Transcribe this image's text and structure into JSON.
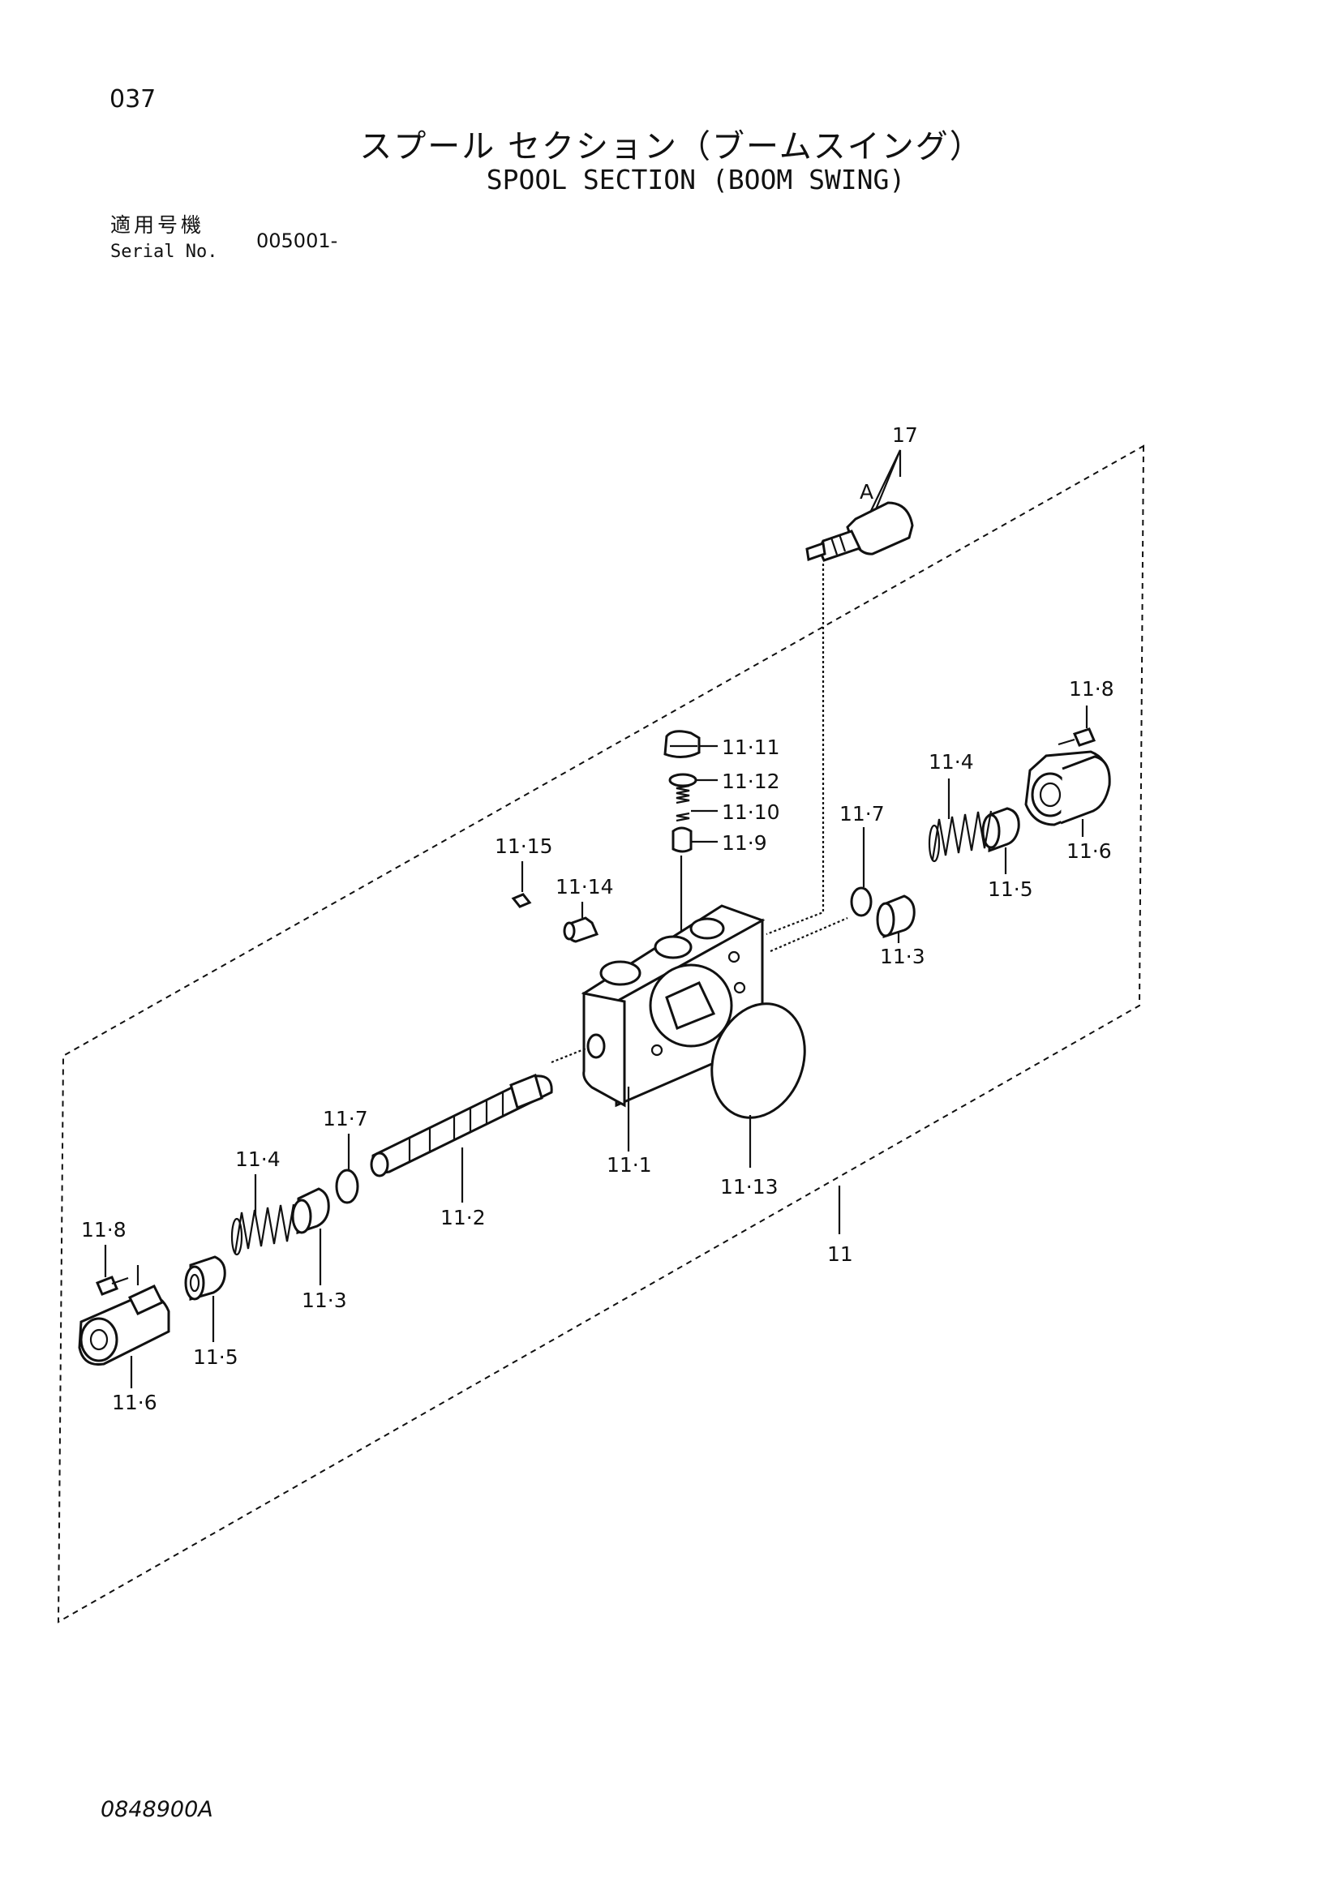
{
  "header": {
    "page_number": "037",
    "title_jp": "スプール セクション（ブームスイング）",
    "title_en": "SPOOL SECTION (BOOM SWING)",
    "serial_label_jp": "適用号機",
    "serial_label_en": "Serial No.",
    "serial_value": "005001-"
  },
  "callouts": {
    "p17": "17",
    "pA": "A",
    "p11_8_right": "11·8",
    "p11_11": "11·11",
    "p11_12": "11·12",
    "p11_10": "11·10",
    "p11_9": "11·9",
    "p11_4_right": "11·4",
    "p11_7_right": "11·7",
    "p11_6_right": "11·6",
    "p11_5_right": "11·5",
    "p11_3_right": "11·3",
    "p11_15": "11·15",
    "p11_14": "11·14",
    "p11_1": "11·1",
    "p11_13": "11·13",
    "p11": "11",
    "p11_7_left": "11·7",
    "p11_4_left": "11·4",
    "p11_2": "11·2",
    "p11_8_left": "11·8",
    "p11_3_left": "11·3",
    "p11_5_left": "11·5",
    "p11_6_left": "11·6"
  },
  "footer": {
    "doc_code": "0848900A"
  }
}
